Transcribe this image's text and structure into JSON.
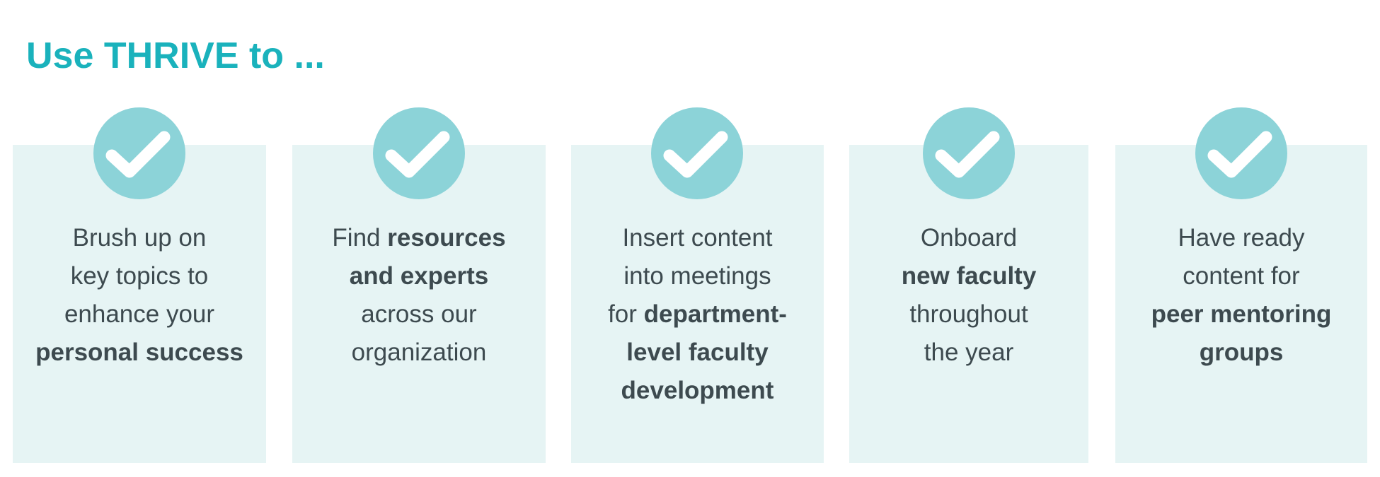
{
  "title": "Use THRIVE to ...",
  "colors": {
    "accent": "#1ab2bc",
    "card_bg": "#e6f4f4",
    "check_circle": "#8cd3d8",
    "check_mark": "#ffffff",
    "text": "#3d4a4f"
  },
  "icon": "check-icon",
  "cards": [
    {
      "lines": [
        [
          {
            "t": "Brush up on",
            "b": false
          }
        ],
        [
          {
            "t": "key topics to",
            "b": false
          }
        ],
        [
          {
            "t": "enhance your",
            "b": false
          }
        ],
        [
          {
            "t": "personal success",
            "b": true
          }
        ]
      ]
    },
    {
      "lines": [
        [
          {
            "t": "Find ",
            "b": false
          },
          {
            "t": "resources",
            "b": true
          }
        ],
        [
          {
            "t": "and experts",
            "b": true
          }
        ],
        [
          {
            "t": "across our",
            "b": false
          }
        ],
        [
          {
            "t": "organization",
            "b": false
          }
        ]
      ]
    },
    {
      "lines": [
        [
          {
            "t": "Insert content",
            "b": false
          }
        ],
        [
          {
            "t": "into meetings",
            "b": false
          }
        ],
        [
          {
            "t": "for ",
            "b": false
          },
          {
            "t": "department-",
            "b": true
          }
        ],
        [
          {
            "t": "level faculty",
            "b": true
          }
        ],
        [
          {
            "t": "development",
            "b": true
          }
        ]
      ]
    },
    {
      "lines": [
        [
          {
            "t": "Onboard",
            "b": false
          }
        ],
        [
          {
            "t": "new faculty",
            "b": true
          }
        ],
        [
          {
            "t": "throughout",
            "b": false
          }
        ],
        [
          {
            "t": "the year",
            "b": false
          }
        ]
      ]
    },
    {
      "lines": [
        [
          {
            "t": "Have ready",
            "b": false
          }
        ],
        [
          {
            "t": "content for",
            "b": false
          }
        ],
        [
          {
            "t": "peer mentoring",
            "b": true
          }
        ],
        [
          {
            "t": "groups",
            "b": true
          }
        ]
      ]
    }
  ]
}
